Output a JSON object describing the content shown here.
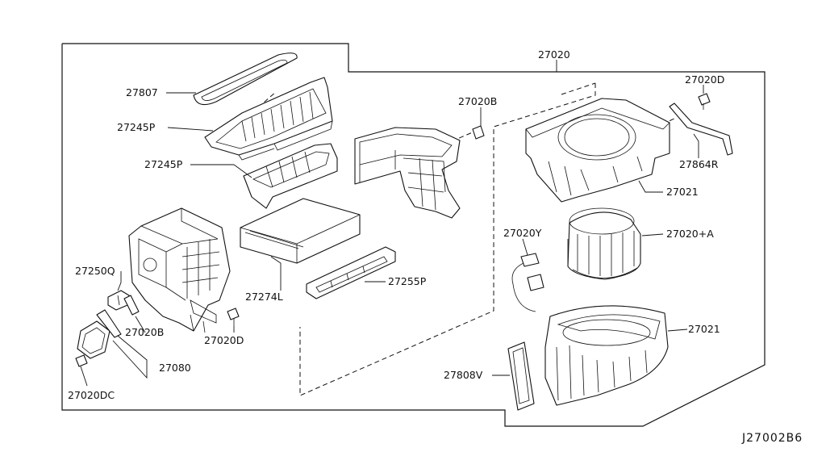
{
  "diagram_code": "J27002B6",
  "callouts": {
    "c27020": "27020",
    "c27807": "27807",
    "c27245P_upper": "27245P",
    "c27245P_lower": "27245P",
    "c27020B_top": "27020B",
    "c27020D_top": "27020D",
    "c27864R": "27864R",
    "c27021_upper": "27021",
    "c27020Y": "27020Y",
    "c27020A": "27020+A",
    "c27250Q": "27250Q",
    "c27274L": "27274L",
    "c27255P": "27255P",
    "c27020B_lower": "27020B",
    "c27020D_lower": "27020D",
    "c27021_lower": "27021",
    "c27080": "27080",
    "c27808V": "27808V",
    "c27020DC": "27020DC"
  }
}
